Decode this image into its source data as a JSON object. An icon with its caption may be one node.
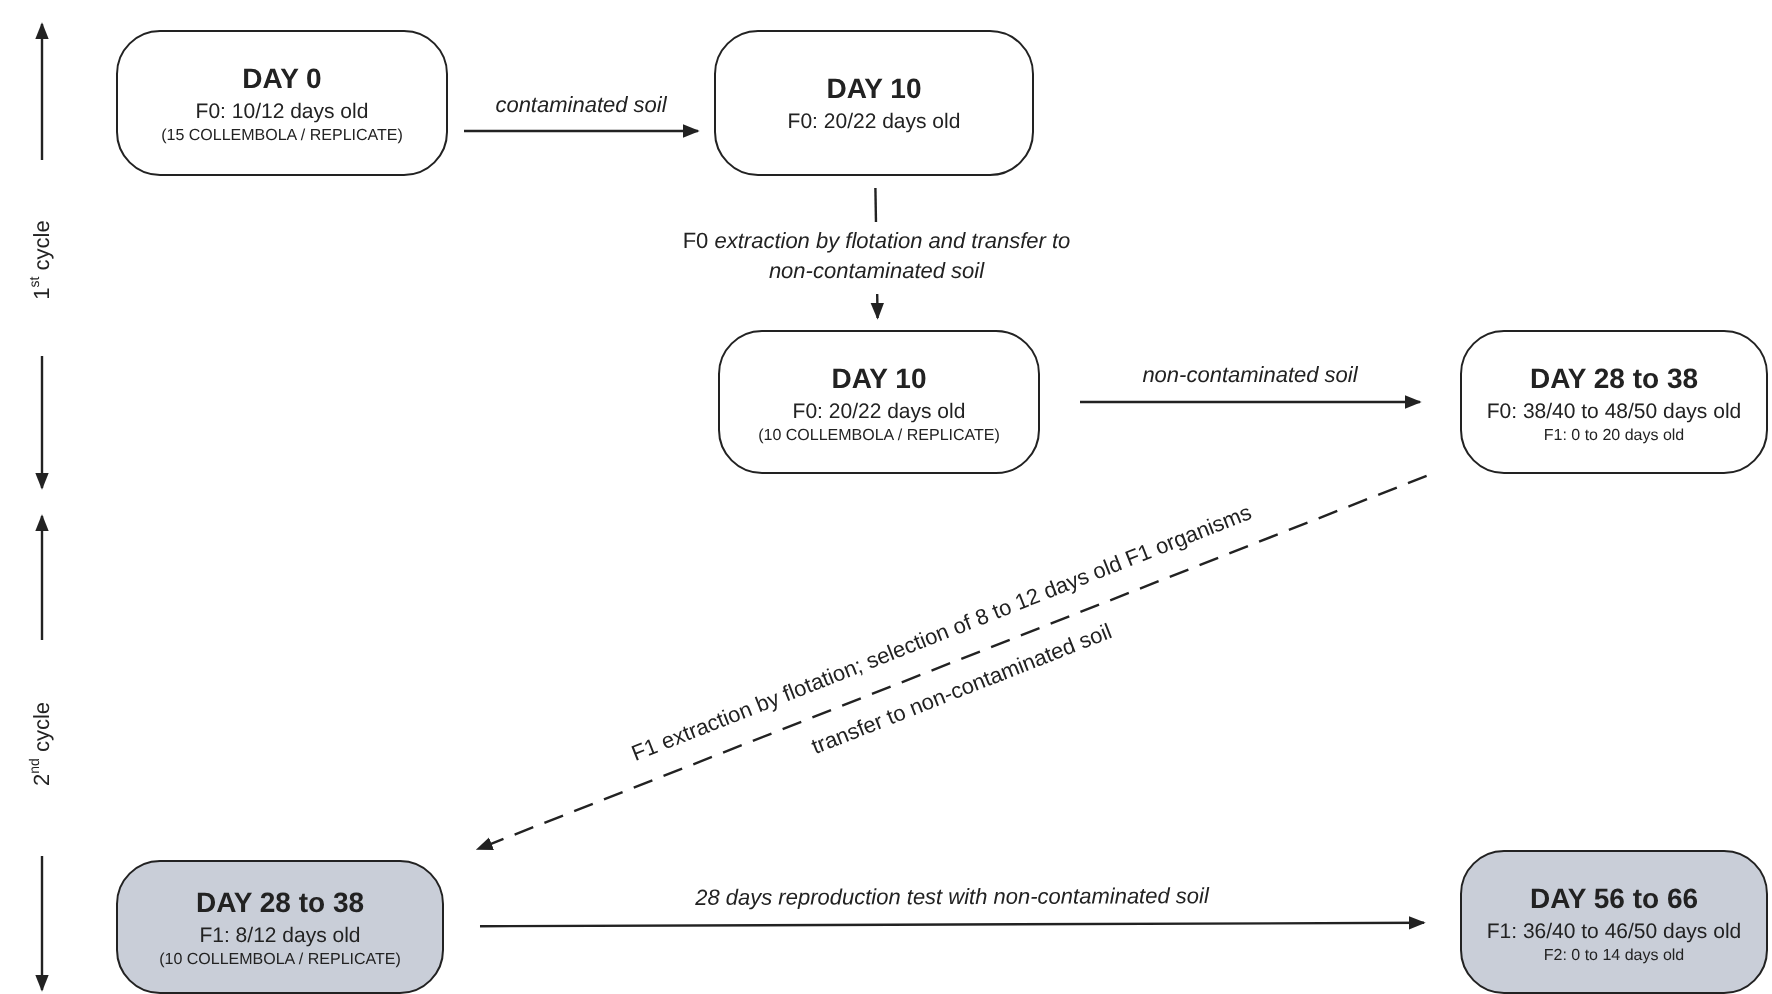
{
  "diagram": {
    "nodes": [
      {
        "text": [
          "DAY 0",
          "F0: 10/12 days old",
          "(15 COLLEMBOLA / REPLICATE)"
        ]
      },
      {
        "text": [
          "DAY 10",
          "F0: 20/22 days old"
        ]
      },
      {
        "text": [
          "DAY 10",
          "F0: 20/22 days old",
          "(10 COLLEMBOLA / REPLICATE)"
        ]
      },
      {
        "text": [
          "DAY 28 to 38",
          "F0: 38/40 to 48/50 days old",
          "F1: 0 to 20 days old"
        ]
      },
      {
        "text": [
          "DAY 28 to 38",
          "F1: 8/12 days old",
          "(10 COLLEMBOLA / REPLICATE)"
        ]
      },
      {
        "text": [
          "DAY 56 to 66",
          "F1: 36/40 to 46/50 days old",
          "F2: 0 to 14 days old"
        ]
      }
    ],
    "edges": [
      {
        "from": 0,
        "to": 1,
        "arrow": "to",
        "label": "contaminated soil"
      },
      {
        "from": 1,
        "to": 2,
        "arrow": "to",
        "label": "F0 *extraction by flotation and transfer to non-contaminated soil*"
      },
      {
        "from": 2,
        "to": 3,
        "arrow": "to",
        "label": "non-contaminated soil"
      },
      {
        "from": 3,
        "to": 4,
        "arrow": "to",
        "style": "dashed",
        "label": "F1 extraction by flotation; selection of 8 to 12 days old F1 organisms"
      },
      {
        "from": 4,
        "to": 5,
        "arrow": "to",
        "label": "28 days reproduction test with non-contaminated soil"
      }
    ],
    "labels": [
      "1$^{st}$ cycle",
      "2$^{nd}$ cycle",
      "transfer to non-contaminated soil"
    ]
  }
}
